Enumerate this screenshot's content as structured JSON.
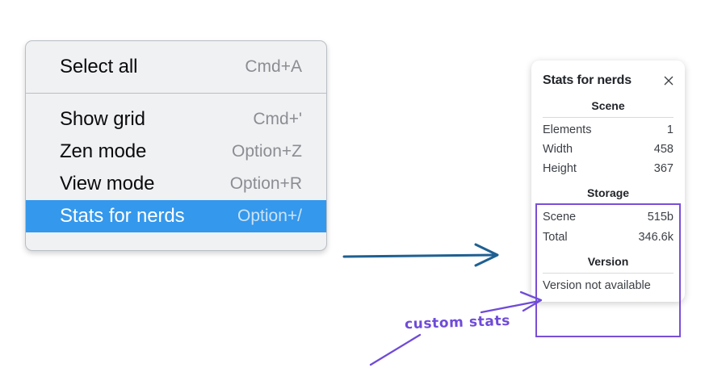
{
  "colors": {
    "menu_background": "#f0f1f3",
    "menu_border": "#b9bfc6",
    "selected_item": "#3498ec",
    "selected_text": "#ffffff",
    "shortcut_text": "#8b8d93",
    "annotation_purple": "#6f4bd8",
    "highlight_border": "#7a4fd6",
    "arrow_blue": "#1f6091",
    "panel_background": "#ffffff"
  },
  "context_menu": {
    "groups": [
      {
        "items": [
          {
            "label": "Select all",
            "shortcut": "Cmd+A",
            "selected": false
          }
        ]
      },
      {
        "items": [
          {
            "label": "Show grid",
            "shortcut": "Cmd+'",
            "selected": false
          },
          {
            "label": "Zen mode",
            "shortcut": "Option+Z",
            "selected": false
          },
          {
            "label": "View mode",
            "shortcut": "Option+R",
            "selected": false
          },
          {
            "label": "Stats for nerds",
            "shortcut": "Option+/",
            "selected": true
          }
        ]
      }
    ]
  },
  "stats_panel": {
    "title": "Stats for nerds",
    "close_icon": "close-icon",
    "sections": [
      {
        "name": "scene",
        "heading": "Scene",
        "rows": [
          {
            "label": "Elements",
            "value": "1"
          },
          {
            "label": "Width",
            "value": "458"
          },
          {
            "label": "Height",
            "value": "367"
          }
        ]
      },
      {
        "name": "storage",
        "heading": "Storage",
        "rows": [
          {
            "label": "Scene",
            "value": "515b"
          },
          {
            "label": "Total",
            "value": "346.6k"
          }
        ]
      },
      {
        "name": "version",
        "heading": "Version",
        "note": "Version not available"
      }
    ]
  },
  "annotations": {
    "custom_stats_label": "custom stats"
  }
}
